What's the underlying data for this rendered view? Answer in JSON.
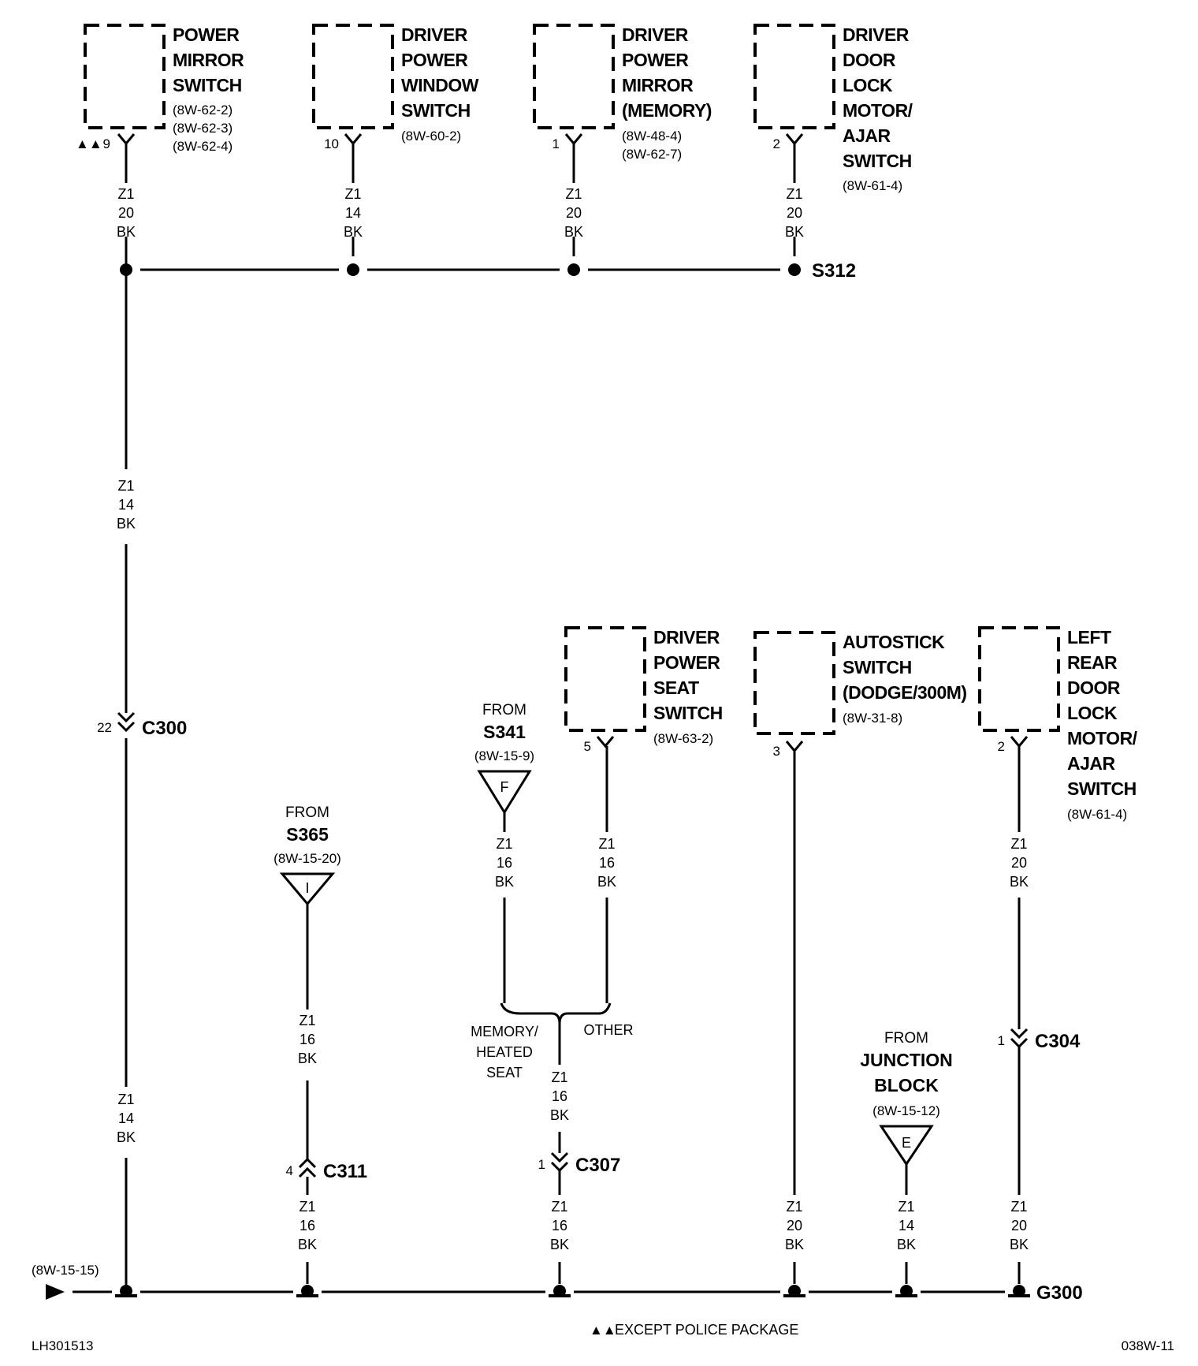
{
  "components": {
    "power_mirror_switch": {
      "label": [
        "POWER",
        "MIRROR",
        "SWITCH"
      ],
      "refs": [
        "(8W-62-2)",
        "(8W-62-3)",
        "(8W-62-4)"
      ],
      "pin": "9",
      "note_mark": "▲▲"
    },
    "driver_power_window_switch": {
      "label": [
        "DRIVER",
        "POWER",
        "WINDOW",
        "SWITCH"
      ],
      "refs": [
        "(8W-60-2)"
      ],
      "pin": "10"
    },
    "driver_power_mirror_memory": {
      "label": [
        "DRIVER",
        "POWER",
        "MIRROR",
        "(MEMORY)"
      ],
      "refs": [
        "(8W-48-4)",
        "(8W-62-7)"
      ],
      "pin": "1"
    },
    "driver_door_lock_motor": {
      "label": [
        "DRIVER",
        "DOOR",
        "LOCK",
        "MOTOR/",
        "AJAR",
        "SWITCH"
      ],
      "refs": [
        "(8W-61-4)"
      ],
      "pin": "2"
    },
    "driver_power_seat_switch": {
      "label": [
        "DRIVER",
        "POWER",
        "SEAT",
        "SWITCH"
      ],
      "refs": [
        "(8W-63-2)"
      ],
      "pin": "5"
    },
    "autostick_switch": {
      "label": [
        "AUTOSTICK",
        "SWITCH",
        "(DODGE/300M)"
      ],
      "refs": [
        "(8W-31-8)"
      ],
      "pin": "3"
    },
    "left_rear_door_lock_motor": {
      "label": [
        "LEFT",
        "REAR",
        "DOOR",
        "LOCK",
        "MOTOR/",
        "AJAR",
        "SWITCH"
      ],
      "refs": [
        "(8W-61-4)"
      ],
      "pin": "2"
    }
  },
  "wires": {
    "w1": [
      "Z1",
      "20",
      "BK"
    ],
    "w2": [
      "Z1",
      "14",
      "BK"
    ],
    "w3": [
      "Z1",
      "20",
      "BK"
    ],
    "w4": [
      "Z1",
      "20",
      "BK"
    ],
    "w5": [
      "Z1",
      "14",
      "BK"
    ],
    "w6": [
      "Z1",
      "14",
      "BK"
    ],
    "w7": [
      "Z1",
      "16",
      "BK"
    ],
    "w8": [
      "Z1",
      "16",
      "BK"
    ],
    "w9": [
      "Z1",
      "16",
      "BK"
    ],
    "w10": [
      "Z1",
      "16",
      "BK"
    ],
    "w11": [
      "Z1",
      "16",
      "BK"
    ],
    "w12": [
      "Z1",
      "16",
      "BK"
    ],
    "w13": [
      "Z1",
      "20",
      "BK"
    ],
    "w14": [
      "Z1",
      "14",
      "BK"
    ],
    "w15": [
      "Z1",
      "20",
      "BK"
    ],
    "w16": [
      "Z1",
      "20",
      "BK"
    ]
  },
  "splice": {
    "id": "S312"
  },
  "connectors": {
    "c300": {
      "id": "C300",
      "pin": "22"
    },
    "c311": {
      "id": "C311",
      "pin": "4"
    },
    "c307": {
      "id": "C307",
      "pin": "1"
    },
    "c304": {
      "id": "C304",
      "pin": "1"
    }
  },
  "sources": {
    "s365": {
      "from": "FROM",
      "id": "S365",
      "ref": "(8W-15-20)",
      "letter": "I"
    },
    "s341": {
      "from": "FROM",
      "id": "S341",
      "ref": "(8W-15-9)",
      "letter": "F"
    },
    "junction": {
      "from": "FROM",
      "id": [
        "JUNCTION",
        "BLOCK"
      ],
      "ref": "(8W-15-12)",
      "letter": "E"
    }
  },
  "options": {
    "left": [
      "MEMORY/",
      "HEATED",
      "SEAT"
    ],
    "right": "OTHER"
  },
  "ground": {
    "id": "G300",
    "ref": "(8W-15-15)"
  },
  "footer": {
    "left": "LH301513",
    "note_mark": "▲▲",
    "note": "EXCEPT POLICE PACKAGE",
    "right": "038W-11"
  }
}
